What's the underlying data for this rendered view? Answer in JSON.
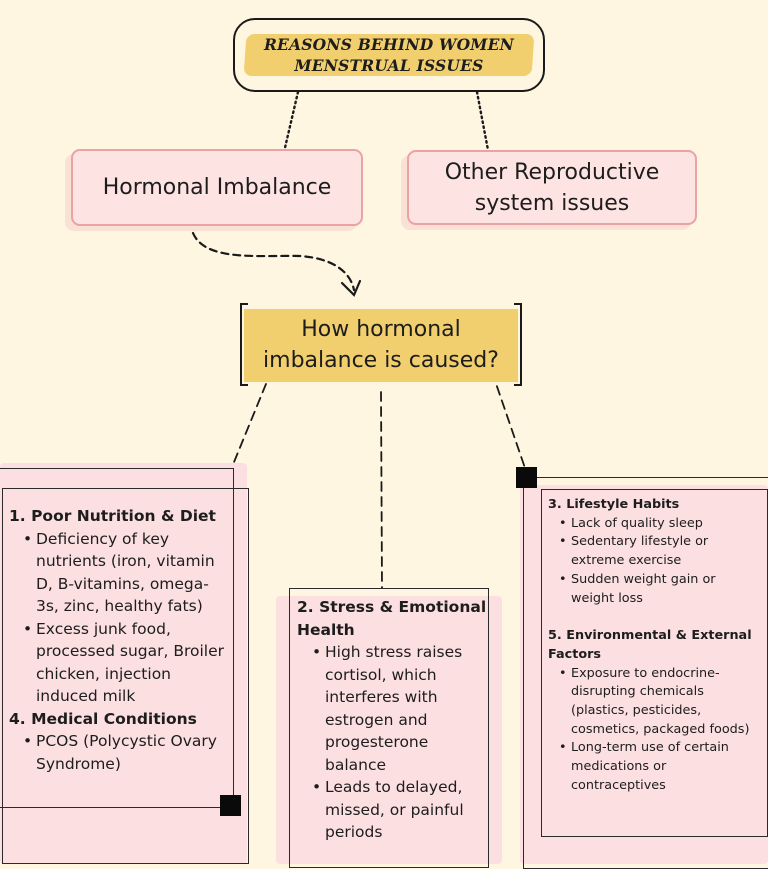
{
  "title": {
    "line1": "REASONS BEHIND WOMEN",
    "line2": "MENSTRUAL ISSUES"
  },
  "categories": {
    "hormonal": "Hormonal Imbalance",
    "other_line1": "Other Reproductive",
    "other_line2": "system issues"
  },
  "question": {
    "line1": "How hormonal",
    "line2": "imbalance is caused?"
  },
  "panels": {
    "left": {
      "heading1": "1. Poor Nutrition & Diet",
      "items1": [
        "Deficiency of key nutrients (iron, vitamin D, B-vitamins, omega-3s, zinc, healthy fats)",
        "Excess junk food, processed sugar, Broiler chicken, injection induced milk"
      ],
      "heading2": "4. Medical Conditions",
      "items2": [
        "PCOS (Polycystic Ovary Syndrome)"
      ]
    },
    "middle": {
      "heading": "2. Stress & Emotional Health",
      "items": [
        "High stress raises cortisol, which interferes with estrogen and progesterone balance",
        "Leads to delayed, missed, or painful periods"
      ]
    },
    "right": {
      "heading1": "3. Lifestyle Habits",
      "items1": [
        "Lack of quality sleep",
        "Sedentary lifestyle or extreme exercise",
        "Sudden weight gain or weight loss"
      ],
      "heading2": "5. Environmental & External Factors",
      "items2": [
        "Exposure to endocrine-disrupting chemicals (plastics, pesticides, cosmetics, packaged foods)",
        "Long-term use of certain medications or contraceptives"
      ]
    }
  },
  "colors": {
    "background": "#fff6e2",
    "highlight": "#f2cf6e",
    "pink": "#fde3e2",
    "pink_border": "#e9a3a5"
  }
}
